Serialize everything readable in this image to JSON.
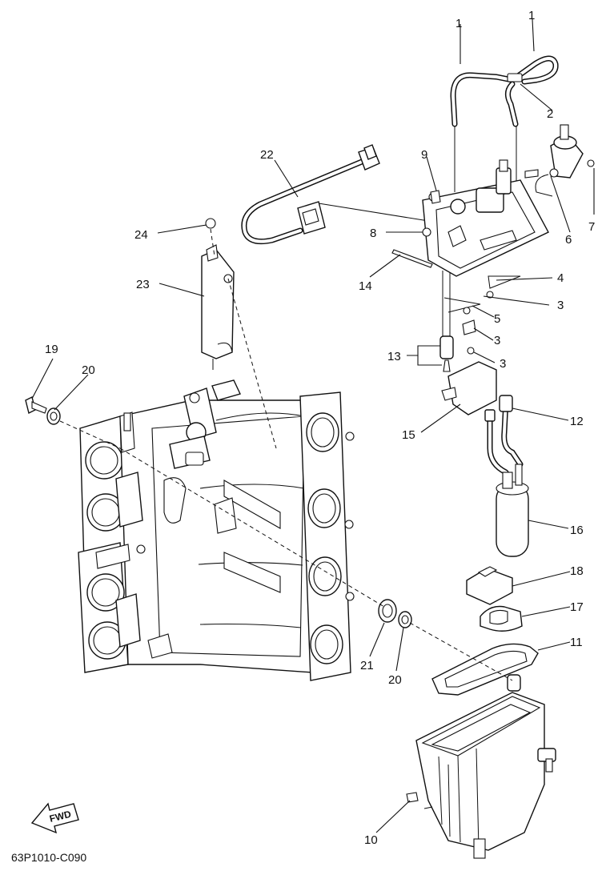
{
  "callouts": [
    "1",
    "1",
    "2",
    "9",
    "22",
    "7",
    "6",
    "8",
    "24",
    "14",
    "4",
    "3",
    "5",
    "3",
    "23",
    "13",
    "3",
    "19",
    "20",
    "15",
    "12",
    "16",
    "18",
    "17",
    "11",
    "21",
    "20",
    "10"
  ],
  "fwd_label": "FWD",
  "diagram_code": "63P1010-C090"
}
